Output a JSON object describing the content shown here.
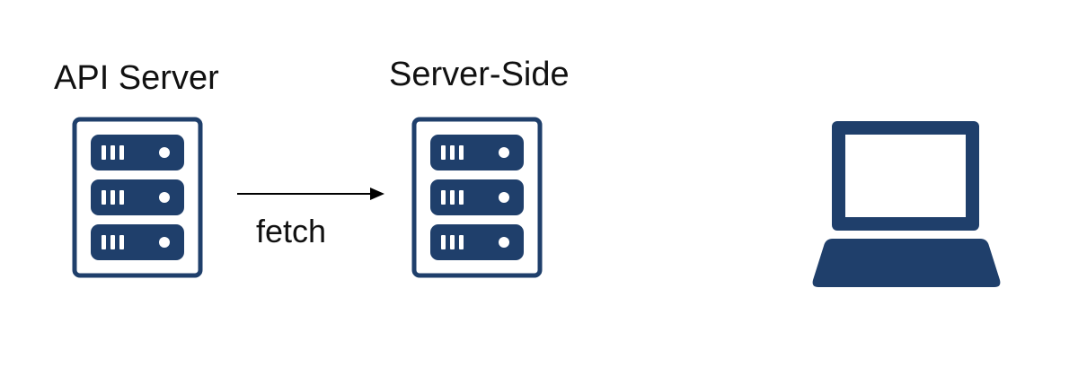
{
  "nodes": {
    "api_server": {
      "label": "API Server",
      "icon": "server-icon"
    },
    "server_side": {
      "label": "Server-Side",
      "icon": "server-icon"
    },
    "client": {
      "icon": "laptop-icon"
    }
  },
  "edges": [
    {
      "from": "api_server",
      "to": "server_side",
      "label": "fetch"
    }
  ],
  "colors": {
    "icon": "#1f3f6b",
    "text": "#111111",
    "arrow": "#000000"
  }
}
